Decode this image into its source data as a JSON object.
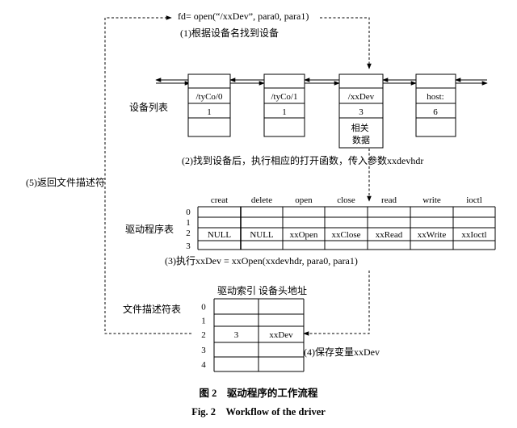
{
  "open_call": "fd= open(“/xxDev”, para0, para1)",
  "step1": "(1)根据设备名找到设备",
  "step2": "(2)找到设备后，执行相应的打开函数，传入参数xxdevhdr",
  "step3": "(3)执行xxDev = xxOpen(xxdevhdr, para0, para1)",
  "step4": "(4)保存变量xxDev",
  "step5": "(5)返回文件描述符",
  "device_list": {
    "label": "设备列表",
    "devices": [
      {
        "name": "/tyCo/0",
        "driver": "1",
        "extra": ""
      },
      {
        "name": "/tyCo/1",
        "driver": "1",
        "extra": ""
      },
      {
        "name": "/xxDev",
        "driver": "3",
        "extra": "相关\n数据"
      },
      {
        "name": "host:",
        "driver": "6",
        "extra": ""
      }
    ]
  },
  "driver_table": {
    "label": "驱动程序表",
    "columns": [
      "creat",
      "delete",
      "open",
      "close",
      "read",
      "write",
      "ioctl"
    ],
    "row_indices": [
      "0",
      "1",
      "2",
      "3"
    ],
    "rows": [
      [
        "",
        "",
        "",
        "",
        "",
        "",
        ""
      ],
      [
        "",
        "",
        "",
        "",
        "",
        "",
        ""
      ],
      [
        "NULL",
        "NULL",
        "xxOpen",
        "xxClose",
        "xxRead",
        "xxWrite",
        "xxIoctl"
      ],
      [
        "",
        "",
        "",
        "",
        "",
        "",
        ""
      ]
    ]
  },
  "fd_table": {
    "label": "文件描述符表",
    "header": "驱动索引 设备头地址",
    "row_indices": [
      "0",
      "1",
      "2",
      "3",
      "4"
    ],
    "rows": [
      [
        "",
        ""
      ],
      [
        "",
        ""
      ],
      [
        "3",
        "xxDev"
      ],
      [
        "",
        ""
      ],
      [
        "",
        ""
      ]
    ]
  },
  "caption_cn": "图 2　驱动程序的工作流程",
  "caption_en": "Fig. 2　Workflow of the driver"
}
